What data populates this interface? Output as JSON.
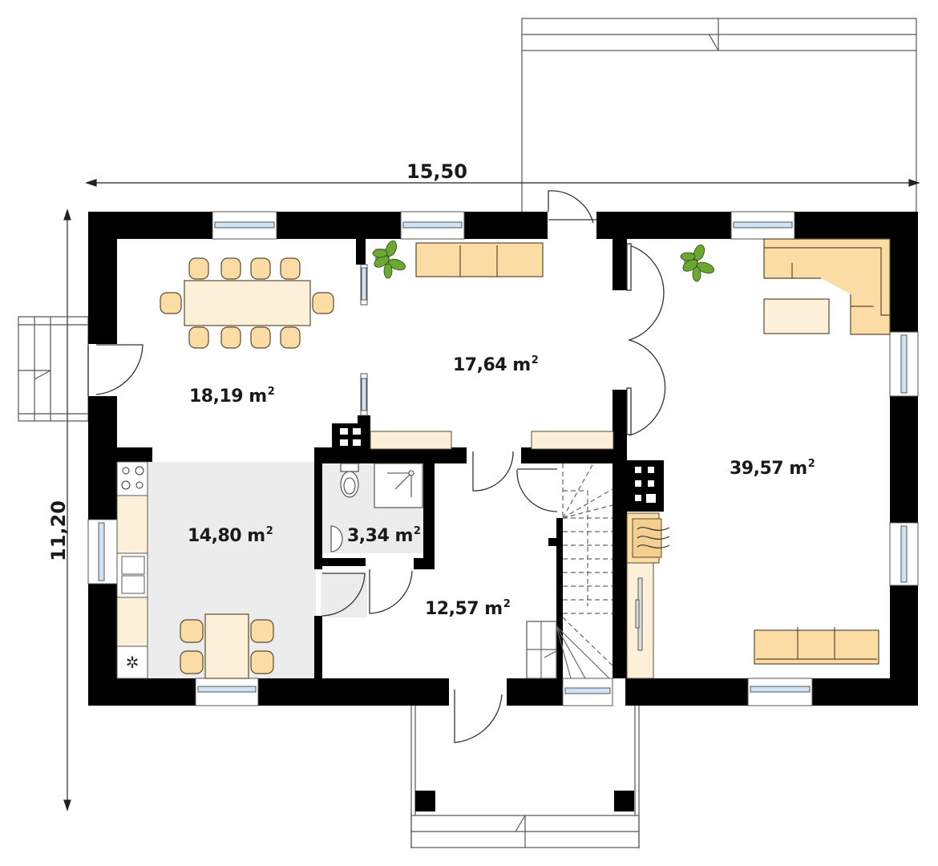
{
  "dimensions": {
    "width_label": "15,50",
    "height_label": "11,20"
  },
  "rooms": [
    {
      "id": "dining",
      "area": "18,19",
      "unit": "m",
      "sup": "2"
    },
    {
      "id": "hall-living",
      "area": "17,64",
      "unit": "m",
      "sup": "2"
    },
    {
      "id": "kitchen",
      "area": "14,80",
      "unit": "m",
      "sup": "2"
    },
    {
      "id": "bathroom",
      "area": "3,34",
      "unit": "m",
      "sup": "2"
    },
    {
      "id": "entrance-hall",
      "area": "12,57",
      "unit": "m",
      "sup": "2"
    },
    {
      "id": "living-room",
      "area": "39,57",
      "unit": "m",
      "sup": "2"
    }
  ],
  "colors": {
    "wall": "#000000",
    "furniture": "#fbdca5",
    "furniture_light": "#fdf0d8",
    "furniture_stroke": "#5a4a30",
    "window_glass": "#cfe3f5",
    "kitchen_floor": "#ececec",
    "bathroom_floor": "#ececec",
    "plant": "#6aa832",
    "line": "#333333"
  }
}
